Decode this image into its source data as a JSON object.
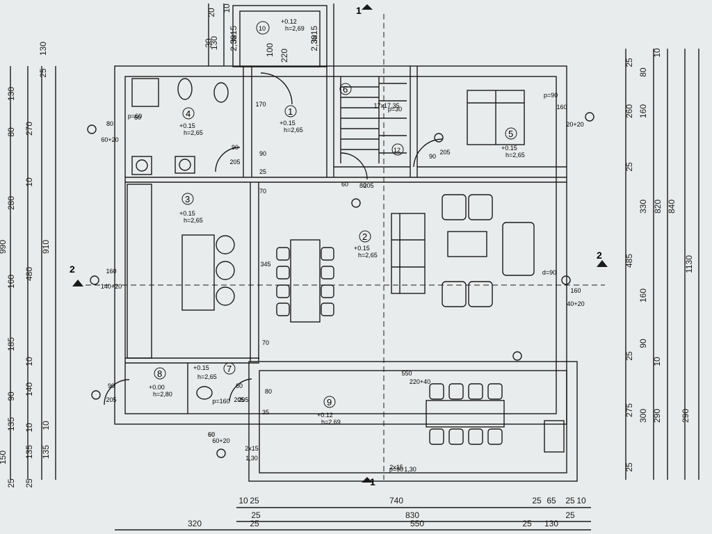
{
  "rooms": [
    {
      "num": "1",
      "elev": "+0.15",
      "h": "h=2,65"
    },
    {
      "num": "2",
      "elev": "+0.15",
      "h": "h=2,65"
    },
    {
      "num": "3",
      "elev": "+0.15",
      "h": "h=2,65"
    },
    {
      "num": "4",
      "elev": "+0.15",
      "h": "h=2,65"
    },
    {
      "num": "5",
      "elev": "+0.15",
      "h": "h=2,65"
    },
    {
      "num": "6"
    },
    {
      "num": "7",
      "elev": "+0.15",
      "h": "h=2,65"
    },
    {
      "num": "8",
      "elev": "+0.00",
      "h": "h=2,80"
    },
    {
      "num": "9",
      "elev": "+0.12",
      "h": "h=2,69"
    },
    {
      "num": "10",
      "elev": "+0.12",
      "h": "h=2,69"
    },
    {
      "num": "12"
    }
  ],
  "section_marks": {
    "one": "1",
    "two": "2"
  },
  "dims": {
    "right_a": [
      "10",
      "25",
      "80",
      "260",
      "160",
      "25",
      "330",
      "485",
      "160",
      "90",
      "25",
      "10",
      "275",
      "300",
      "290",
      "25"
    ],
    "right_b": [
      "820",
      "840",
      "1130",
      "290"
    ],
    "left_a": [
      "130",
      "25",
      "130",
      "270",
      "80",
      "10",
      "280",
      "990",
      "480",
      "910",
      "160",
      "185",
      "10",
      "140",
      "90",
      "10",
      "135",
      "25",
      "150",
      "25",
      "135",
      "10",
      "135"
    ],
    "bottom": [
      "10",
      "25",
      "740",
      "25",
      "65",
      "25",
      "10",
      "830",
      "25",
      "25",
      "320",
      "25",
      "550",
      "25",
      "130"
    ],
    "top": [
      "20",
      "10",
      "130",
      "30",
      "100",
      "220",
      "3x15",
      "2,30",
      "3x15",
      "2,30"
    ],
    "interior": [
      "80",
      "60+20",
      "60",
      "90",
      "205",
      "170",
      "90",
      "25",
      "70",
      "345",
      "70",
      "35",
      "80",
      "205",
      "80",
      "205",
      "60",
      "160",
      "20+20",
      "90",
      "205",
      "160",
      "140+20",
      "160",
      "40+20",
      "90",
      "205",
      "60",
      "p=160",
      "60",
      "205",
      "60",
      "60+20",
      "2x15",
      "1,30",
      "550",
      "220+40",
      "2x15",
      "1,30",
      "17x17,35",
      "p=30",
      "p=60",
      "p=90",
      "d=90",
      "p=90"
    ]
  }
}
